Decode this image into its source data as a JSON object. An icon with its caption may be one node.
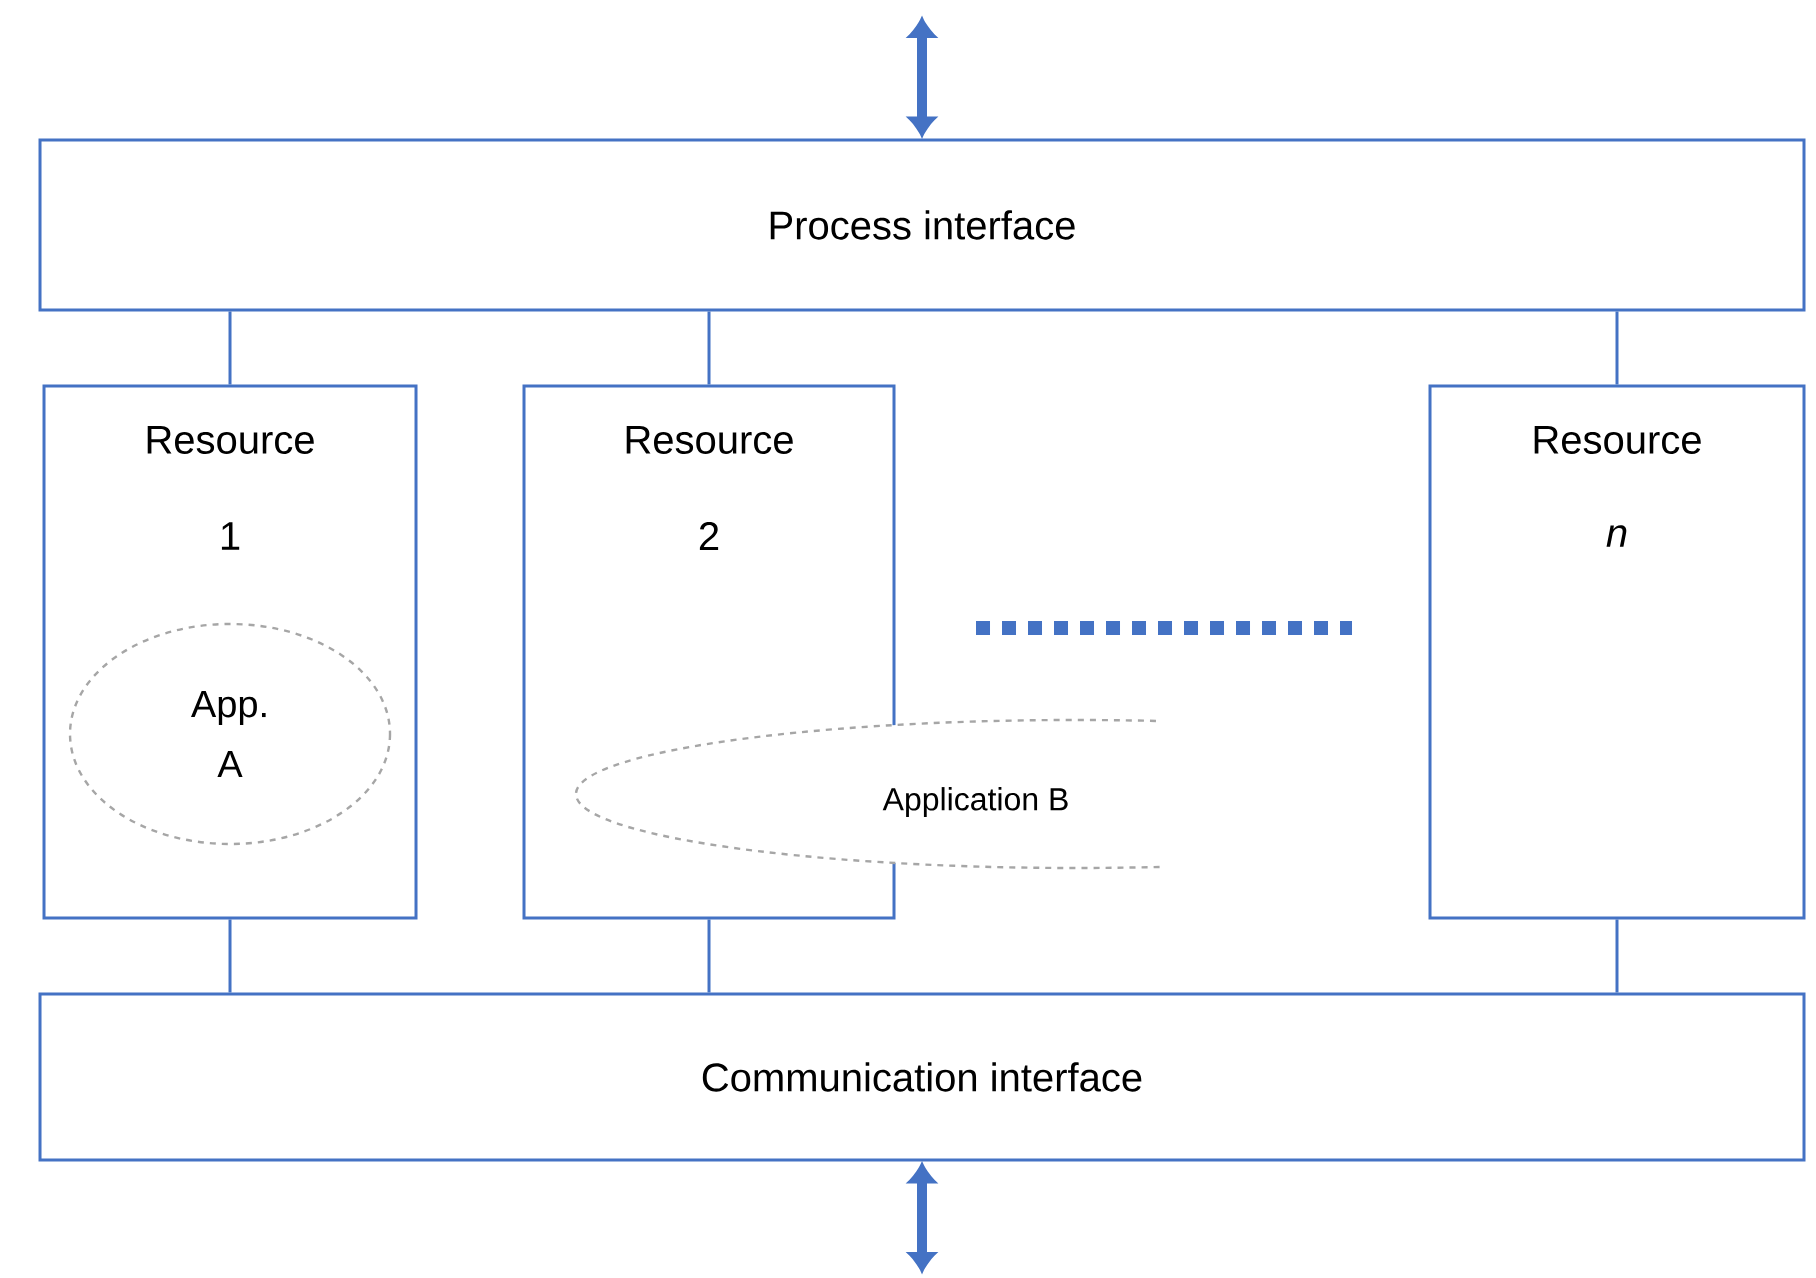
{
  "diagram": {
    "nodes": [
      {
        "text": [
          "Process interface"
        ]
      },
      {
        "text": [
          "Resource",
          "1"
        ]
      },
      {
        "text": [
          "App. A"
        ],
        "in": 1
      },
      {
        "text": [
          "Resource",
          "2"
        ]
      },
      {
        "text": [
          "Application B"
        ]
      },
      {
        "text": [
          "Resource",
          "*n*"
        ]
      },
      {
        "text": [
          "Communication interface"
        ]
      }
    ],
    "edges": [
      {
        "from": null,
        "to": 0,
        "arrow": "both",
        "style": "thick"
      },
      {
        "from": 0,
        "to": 1,
        "arrow": "none"
      },
      {
        "from": 0,
        "to": 3,
        "arrow": "none"
      },
      {
        "from": 0,
        "to": 5,
        "arrow": "none"
      },
      {
        "from": 1,
        "to": 6,
        "arrow": "none"
      },
      {
        "from": 3,
        "to": 6,
        "arrow": "none"
      },
      {
        "from": 5,
        "to": 6,
        "arrow": "none"
      },
      {
        "from": 6,
        "to": null,
        "arrow": "both",
        "style": "thick"
      }
    ]
  }
}
